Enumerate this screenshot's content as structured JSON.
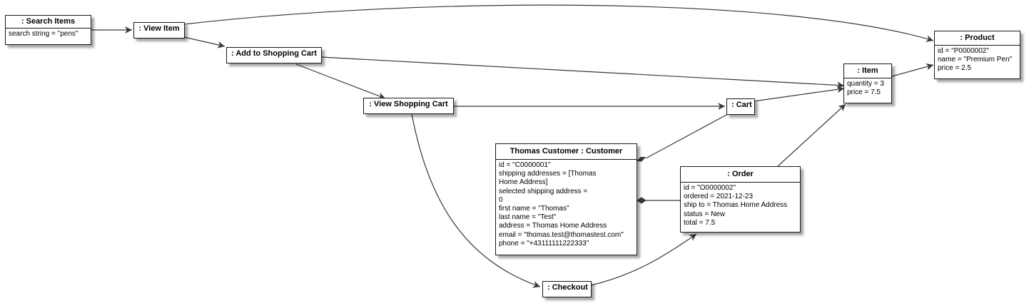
{
  "objects": {
    "search_items": {
      "title": ": Search Items",
      "attrs": [
        "search string = \"pens\""
      ]
    },
    "view_item": {
      "title": ": View Item"
    },
    "add_to_cart": {
      "title": ": Add to Shopping Cart"
    },
    "view_cart": {
      "title": ": View Shopping Cart"
    },
    "checkout": {
      "title": ": Checkout"
    },
    "cart": {
      "title": ": Cart"
    },
    "customer": {
      "title": "Thomas Customer : Customer",
      "attrs": [
        "id = \"C0000001\"",
        "shipping addresses = [Thomas",
        "Home Address]",
        "selected shipping address =",
        "0",
        "first name = \"Thomas\"",
        "last name = \"Test\"",
        "address = Thomas Home Address",
        "email = \"thomas.test@thomastest.com\"",
        "phone = \"+43111111222333\""
      ]
    },
    "order": {
      "title": ": Order",
      "attrs": [
        "id = \"O0000002\"",
        "ordered = 2021-12-23",
        "ship to = Thomas Home Address",
        "status = New",
        "total = 7.5"
      ]
    },
    "item": {
      "title": ": Item",
      "attrs": [
        "quantity = 3",
        "price = 7.5"
      ]
    },
    "product": {
      "title": ": Product",
      "attrs": [
        "id = \"P0000002\"",
        "name = \"Premium Pen\"",
        "price = 2.5"
      ]
    }
  },
  "colors": {
    "line": "#383838",
    "border": "#181818",
    "background": "#ffffff"
  }
}
